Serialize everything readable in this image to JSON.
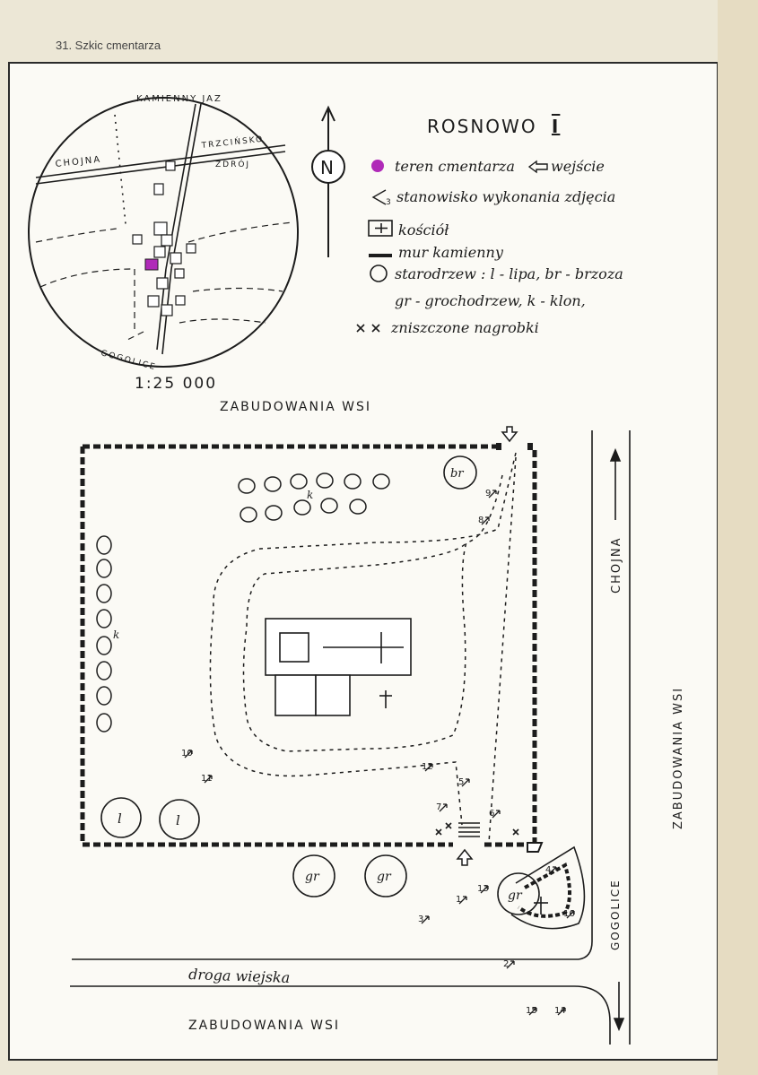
{
  "page": {
    "header": "31. Szkic cmentarza",
    "title_prefix": "ROSNOWO",
    "title_numeral": "I",
    "scale": "1:25 000",
    "north": "N"
  },
  "inset_map": {
    "labels": {
      "top": "KAMIENNY JAZ",
      "left": "CHOJNA",
      "right_1": "TRZCIŃSKO",
      "right_2": "ZDRÓJ",
      "bottom": "GOGOLICE"
    }
  },
  "legend": {
    "cemetery": "teren cmentarza",
    "entrance": "wejście",
    "photo_station": "stanowisko wykonania zdjęcia",
    "church": "kościół",
    "wall": "mur kamienny",
    "trees_1": "starodrzew : l - lipa, br - brzoza",
    "trees_2": "gr - grochodrzew, k - klon,",
    "destroyed": "zniszczone nagrobki",
    "cemetery_color": "#b02ab8"
  },
  "plan": {
    "top_label": "ZABUDOWANIA WSI",
    "right_label": "ZABUDOWANIA WSI",
    "bottom_label": "ZABUDOWANIA WSI",
    "road_label": "droga wiejska",
    "chojna": "CHOJNA",
    "gogolice": "GOGOLICE",
    "tree_k": "k",
    "tree_br": "br",
    "tree_l": "l",
    "tree_gr": "gr",
    "photo_numbers": [
      "1",
      "2",
      "3",
      "4",
      "5",
      "6",
      "7",
      "8",
      "9",
      "10",
      "11",
      "12",
      "13",
      "14",
      "15",
      "16"
    ]
  }
}
